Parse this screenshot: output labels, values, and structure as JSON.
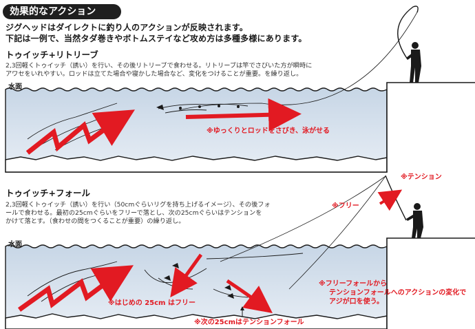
{
  "header": {
    "title": "効果的なアクション",
    "intro_line1": "ジグヘッドはダイレクトに釣り人のアクションが反映されます。",
    "intro_line2": "下記は一例で、当然タダ巻きやボトムステイなど攻め方は多種多様にあります。"
  },
  "section1": {
    "heading": "トゥイッチ+リトリーブ",
    "desc_line1": "2,3回軽くトゥイッチ（誘い）を行い、その後リトリーブで食わせる。リトリーブは竿でさびいた方が瞬時に",
    "desc_line2": "アワセをいれやすい。ロッドは立てた場合や寝かした場合など、変化をつけることが重要。を繰り返し。",
    "water_label": "水面",
    "note": "※ゆっくりとロッドをさびき、泳がせる"
  },
  "section2": {
    "heading": "トゥイッチ+フォール",
    "desc_line1": "2,3回軽くトゥイッチ（誘い）を行い（50cmぐらいリグを持ち上げるイメージ）、その後フォ",
    "desc_line2": "ールで食わせる。最初の25cmぐらいをフリーで落とし、次の25cmぐらいはテンションを",
    "desc_line3": "かけて落とす。（食わせの間をつくることが重要）の繰り返し。",
    "water_label": "水面",
    "label_tension": "※テンション",
    "label_free": "※フリー",
    "note_first": "※はじめの 25cm はフリー",
    "note_next": "※次の25cmはテンションフォール",
    "note_change_1": "※フリーフォールから",
    "note_change_2": "テンションフォールへのアクションの変化で",
    "note_change_3": "アジが口を使う。"
  },
  "colors": {
    "accent": "#e21a22",
    "water": "#c9d7e6",
    "ink": "#1a1a1a"
  }
}
